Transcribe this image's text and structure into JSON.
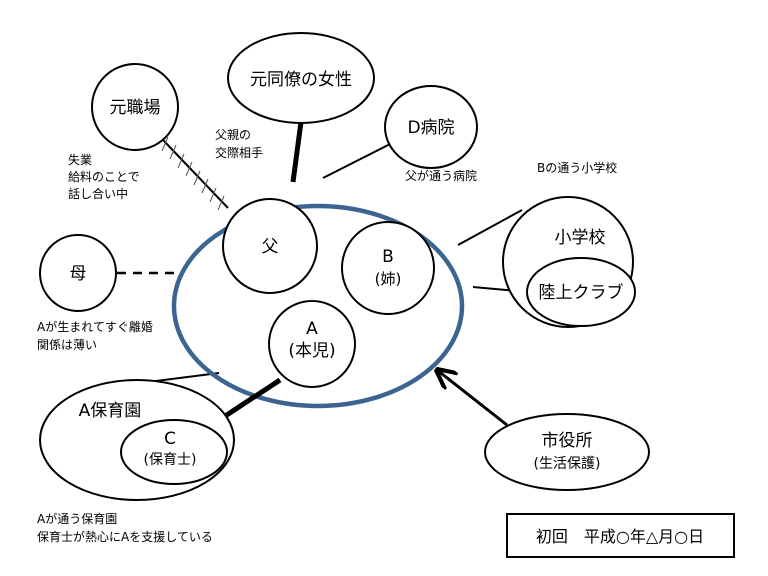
{
  "nodes": {
    "former_workplace": "元職場",
    "former_colleague": "元同僚の女性",
    "hospital": "D病院",
    "father": "父",
    "sister_name": "B",
    "sister_role": "(姉)",
    "child_name": "A",
    "child_role": "(本児)",
    "mother": "母",
    "school": "小学校",
    "track_club": "陸上クラブ",
    "nursery": "A保育園",
    "teacher_name": "C",
    "teacher_role": "(保育士)",
    "city_office": "市役所",
    "city_office_role": "(生活保護)"
  },
  "notes": {
    "colleague": [
      "父親の",
      "交際相手"
    ],
    "workplace": [
      "失業",
      "給料のことで",
      "話し合い中"
    ],
    "hospital": "父が通う病院",
    "school": "Bの通う小学校",
    "mother": [
      "Aが生まれてすぐ離婚",
      "関係は薄い"
    ],
    "nursery": [
      "Aが通う保育園",
      "保育士が熱心にAを支援している"
    ]
  },
  "date_box": "初回　平成○年△月○日",
  "colors": {
    "family_boundary": "#3c6491"
  }
}
